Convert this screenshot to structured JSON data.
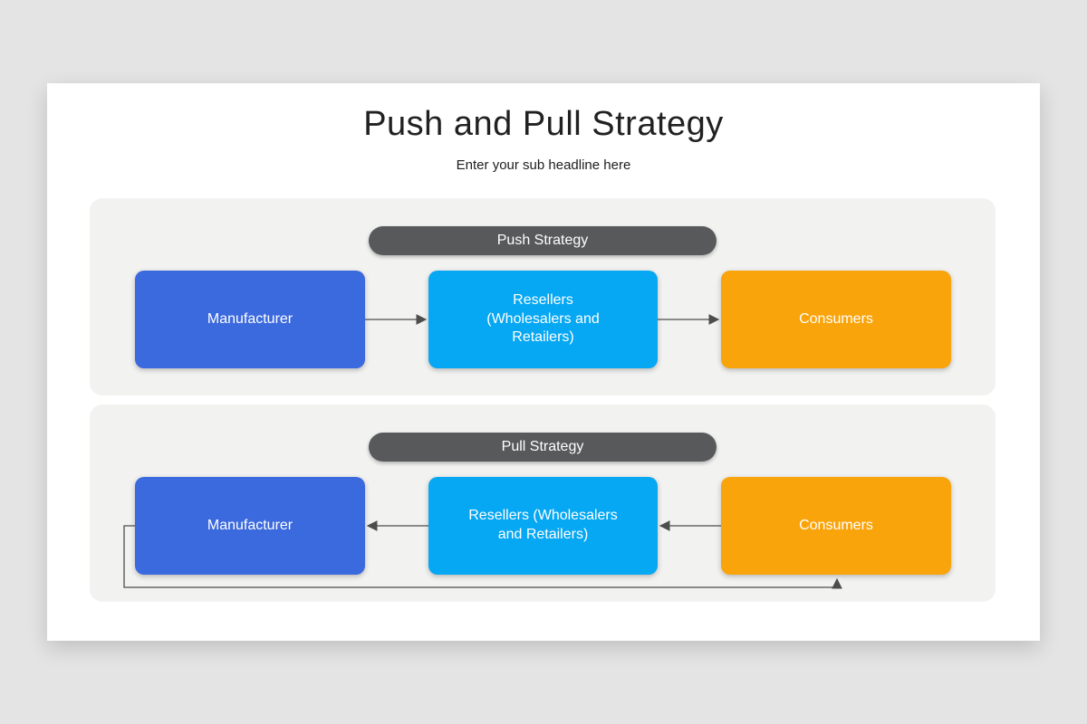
{
  "page": {
    "title": "Push and Pull Strategy",
    "subtitle": "Enter your sub headline here"
  },
  "colors": {
    "background": "#e5e4e4",
    "card": "#ffffff",
    "panel": "#f2f2f1",
    "strategy_pill": "#58595a",
    "manufacturer_box": "#3b69de",
    "resellers_box": "#06a7f3",
    "consumers_box": "#faa40b",
    "arrow": "#4d4d4d",
    "title_text": "#212121",
    "node_text": "#ffffff"
  },
  "diagram": {
    "panels": [
      {
        "id": "push",
        "label": "Push Strategy",
        "nodes": [
          {
            "label": "Manufacturer",
            "color": "#3b69de"
          },
          {
            "label": "Resellers\n(Wholesalers and\nRetailers)",
            "color": "#06a7f3"
          },
          {
            "label": "Consumers",
            "color": "#faa40b"
          }
        ]
      },
      {
        "id": "pull",
        "label": "Pull Strategy",
        "nodes": [
          {
            "label": "Manufacturer",
            "color": "#3b69de"
          },
          {
            "label": "Resellers (Wholesalers\nand Retailers)",
            "color": "#06a7f3"
          },
          {
            "label": "Consumers",
            "color": "#faa40b"
          }
        ]
      }
    ]
  }
}
